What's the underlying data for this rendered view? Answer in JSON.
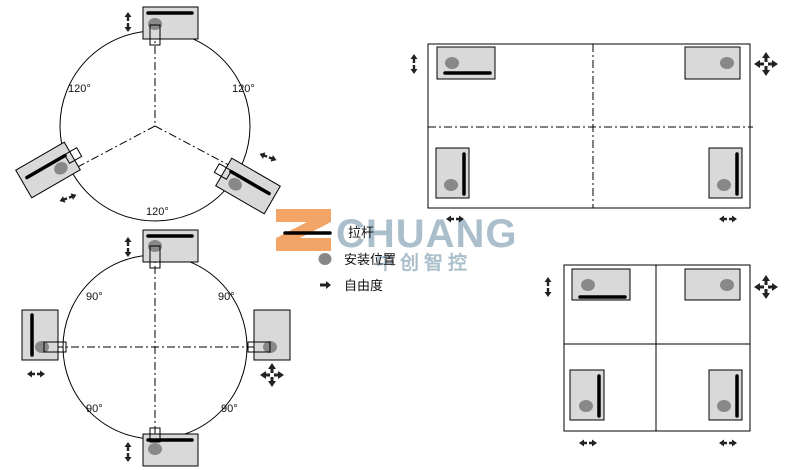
{
  "diagram": {
    "three_unit_layout": {
      "angle_labels": [
        "120°",
        "120°",
        "120°"
      ]
    },
    "four_unit_layout": {
      "angle_labels": [
        "90°",
        "90°",
        "90°",
        "90°"
      ]
    },
    "legend": {
      "rod_label": "拉杆",
      "mount_label": "安装位置",
      "dof_label": "自由度"
    },
    "watermark": {
      "latin": "CHUANG",
      "chinese": "中创智控"
    },
    "colors": {
      "line": "#000000",
      "unit_fill": "#d9d9d9",
      "mount_fill": "#888888",
      "logo_blue": "#8aa6b8",
      "logo_orange": "#f08a3c"
    }
  }
}
